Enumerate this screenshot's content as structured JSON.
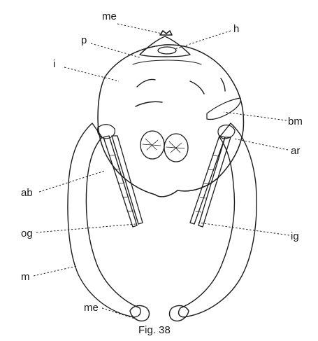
{
  "labels": {
    "me_top": "me",
    "h": "h",
    "p": "p",
    "i": "i",
    "bm": "bm",
    "ar": "ar",
    "ab": "ab",
    "og": "og",
    "ig": "ig",
    "m": "m",
    "me_bottom": "me"
  },
  "caption": "Fig. 38"
}
